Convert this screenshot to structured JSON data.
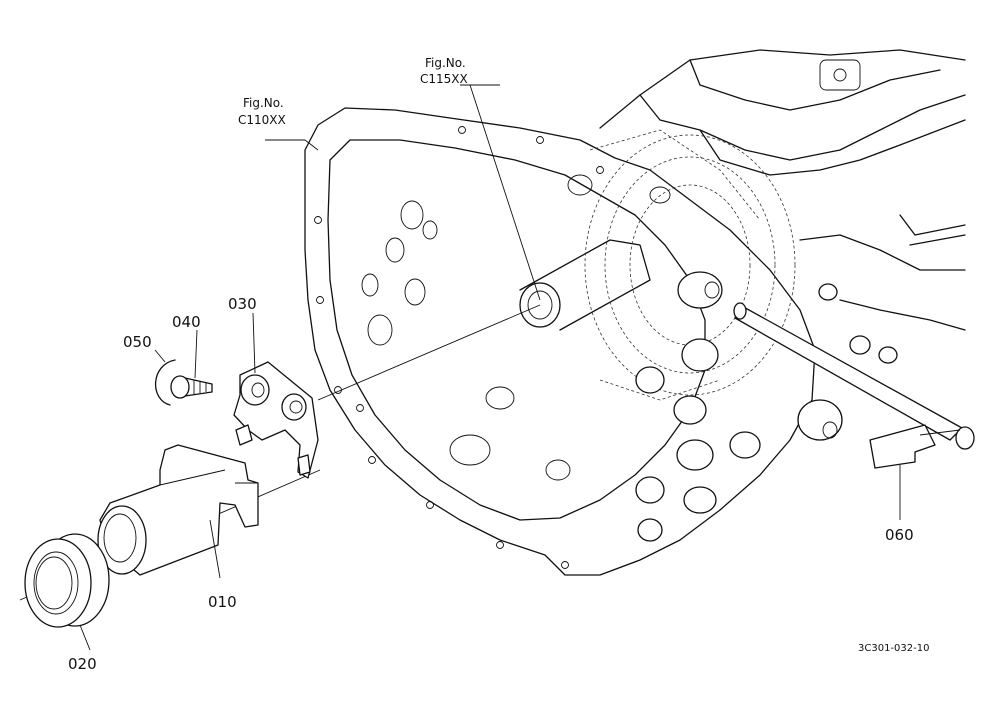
{
  "figure_refs": [
    {
      "id": "c110",
      "line1": "Fig.No.",
      "line2": "C110XX"
    },
    {
      "id": "c115",
      "line1": "Fig.No.",
      "line2": "C115XX"
    }
  ],
  "parts": [
    {
      "id": "p010",
      "label": "010"
    },
    {
      "id": "p020",
      "label": "020"
    },
    {
      "id": "p030",
      "label": "030"
    },
    {
      "id": "p040",
      "label": "040"
    },
    {
      "id": "p050",
      "label": "050"
    },
    {
      "id": "p060",
      "label": "060"
    }
  ],
  "drawing_code": "3C301-032-10"
}
